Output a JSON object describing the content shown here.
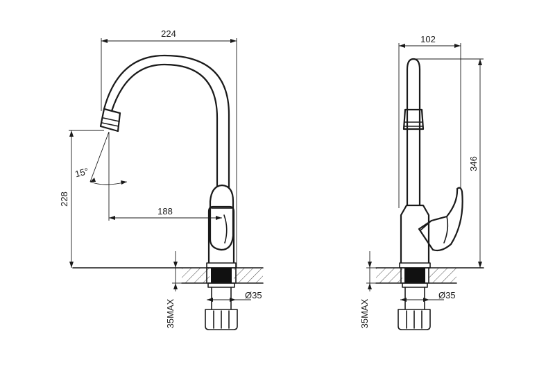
{
  "front_view": {
    "width_label": "224",
    "height_label": "228",
    "reach_label": "188",
    "angle_label": "15°",
    "nut_label": "Ø35",
    "thickness_label": "35MAX"
  },
  "side_view": {
    "width_label": "102",
    "height_label": "346",
    "nut_label": "Ø35",
    "thickness_label": "35MAX"
  }
}
